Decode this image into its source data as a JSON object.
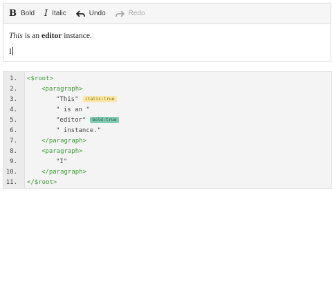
{
  "toolbar": {
    "bold_label": "Bold",
    "italic_label": "Italic",
    "undo_label": "Undo",
    "redo_label": "Redo",
    "bold_icon": "B",
    "italic_icon": "I"
  },
  "editor": {
    "line1": {
      "italic_text": "This",
      "plain1": " is an ",
      "bold_text": "editor",
      "plain2": " instance."
    },
    "line2": {
      "text": "I"
    }
  },
  "tree": {
    "rows": [
      {
        "n": "1.",
        "text": "<$root>"
      },
      {
        "n": "2.",
        "text": "<paragraph>"
      },
      {
        "n": "3.",
        "text": "\"This\"",
        "badge": "italic:true"
      },
      {
        "n": "4.",
        "text": "\" is an \""
      },
      {
        "n": "5.",
        "text": "\"editor\"",
        "badge": "bold:true"
      },
      {
        "n": "6.",
        "text": "\" instance.\""
      },
      {
        "n": "7.",
        "text": "</paragraph>"
      },
      {
        "n": "8.",
        "text": "<paragraph>"
      },
      {
        "n": "9.",
        "text": "\"I\""
      },
      {
        "n": "10.",
        "text": "</paragraph>"
      },
      {
        "n": "11.",
        "text": "</$root>"
      }
    ]
  },
  "colors": {
    "tag": "#3f9c35",
    "badge_italic": "#fbe8a8",
    "badge_bold": "#7fcab0"
  }
}
